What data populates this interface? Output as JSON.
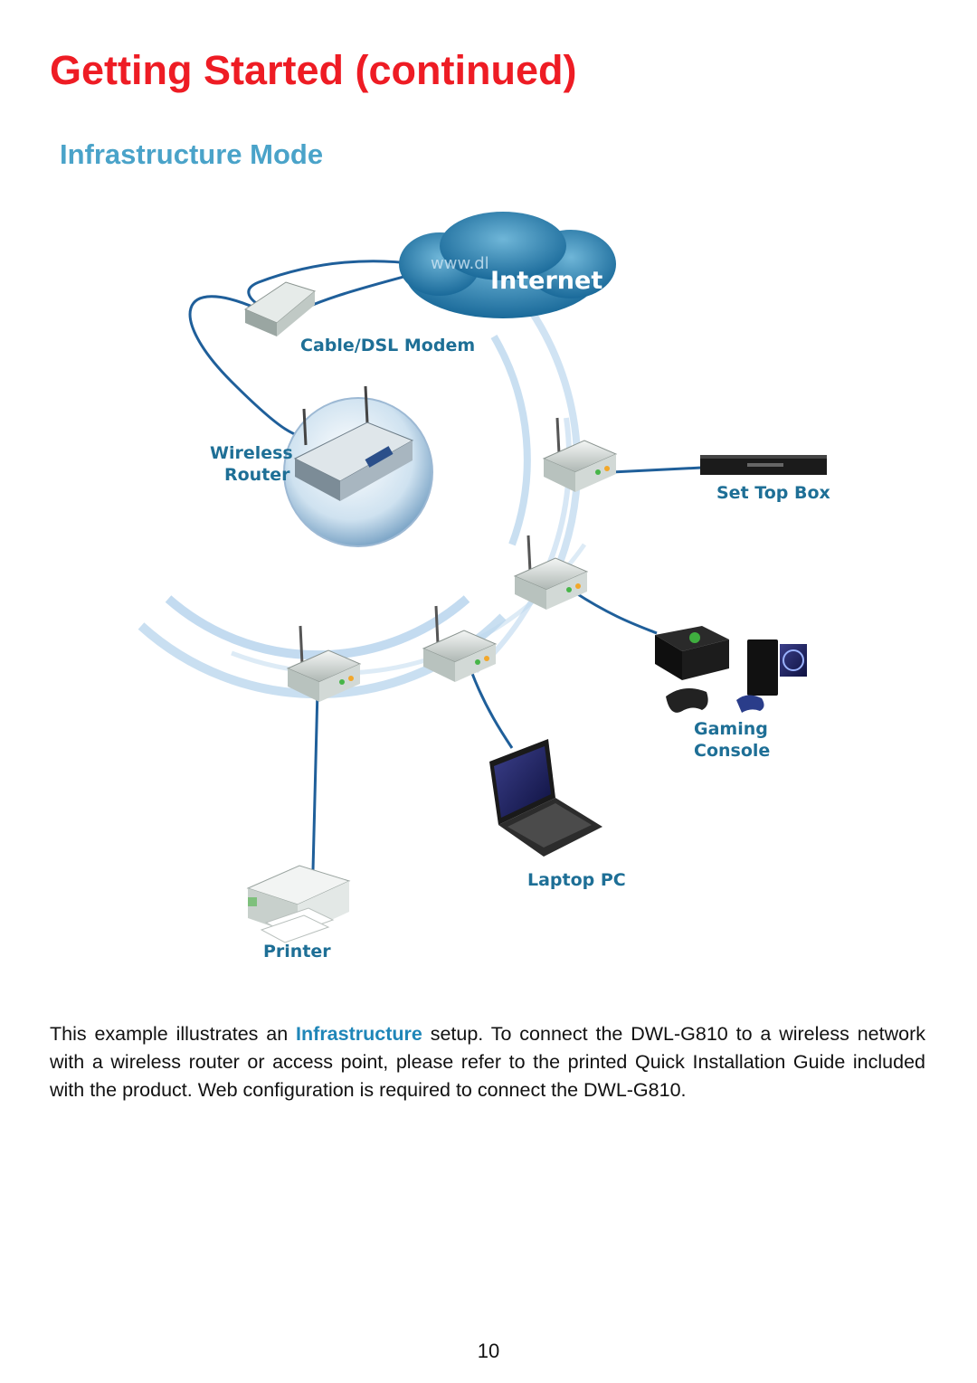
{
  "page": {
    "title": "Getting Started (continued)",
    "section_title": "Infrastructure Mode",
    "page_number": "10"
  },
  "diagram": {
    "internet_label": "Internet",
    "internet_url": "www.dl",
    "modem_label": "Cable/DSL Modem",
    "router_label_line1": "Wireless",
    "router_label_line2": "Router",
    "set_top_box_label": "Set Top Box",
    "gaming_console_label_line1": "Gaming",
    "gaming_console_label_line2": "Console",
    "laptop_label": "Laptop PC",
    "printer_label": "Printer",
    "colors": {
      "title_red": "#ee1c24",
      "section_blue": "#4aa3c9",
      "label_blue": "#1e6f96",
      "cable_blue": "#1f5f9a"
    }
  },
  "description": {
    "before": "This example illustrates an ",
    "highlight": "Infrastructure",
    "after": " setup. To connect the DWL-G810  to a wireless network with a wireless router or access point, please refer to the printed Quick Installation Guide included with the product.  Web configuration is required to connect the DWL-G810."
  }
}
